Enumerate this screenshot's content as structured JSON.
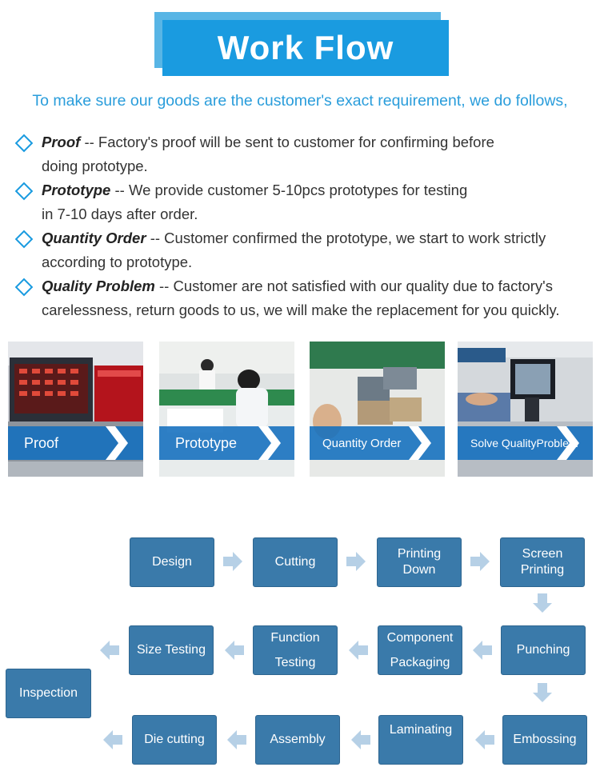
{
  "header": {
    "title": "Work Flow"
  },
  "subtitle": "To make sure our goods are the customer's exact requirement, we do follows,",
  "items": [
    {
      "term": "Proof",
      "line1": " -- Factory's proof will be sent to customer for confirming before",
      "line2": "doing prototype."
    },
    {
      "term": "Prototype",
      "line1": " -- We provide customer 5-10pcs prototypes for testing",
      "line2": "in 7-10 days after order."
    },
    {
      "term": "Quantity Order",
      "line1": " -- Customer confirmed the prototype, we start to work strictly",
      "line2": "according to prototype."
    },
    {
      "term": "Quality Problem",
      "line1": " -- Customer are not satisfied with our quality due to factory's",
      "line2": "carelessness, return goods to us, we will make the replacement for you quickly."
    }
  ],
  "photos": [
    {
      "label": "Proof"
    },
    {
      "label": "Prototype"
    },
    {
      "label": "Quantity Order"
    },
    {
      "label_line1": "Solve Quality",
      "label_line2": "Problem"
    }
  ],
  "flow": {
    "row1": [
      "Design",
      "Cutting",
      "Printing Down",
      "Screen Printing"
    ],
    "row2": [
      "Size Testing",
      "Function Testing",
      "Component Packaging",
      "Punching"
    ],
    "inspection": "Inspection",
    "row3": [
      "Die cutting",
      "Assembly",
      "Laminating",
      "Embossing"
    ]
  },
  "colors": {
    "accent": "#1a9be0",
    "box": "#3a7aaa",
    "arrow": "#b6d0e6"
  }
}
